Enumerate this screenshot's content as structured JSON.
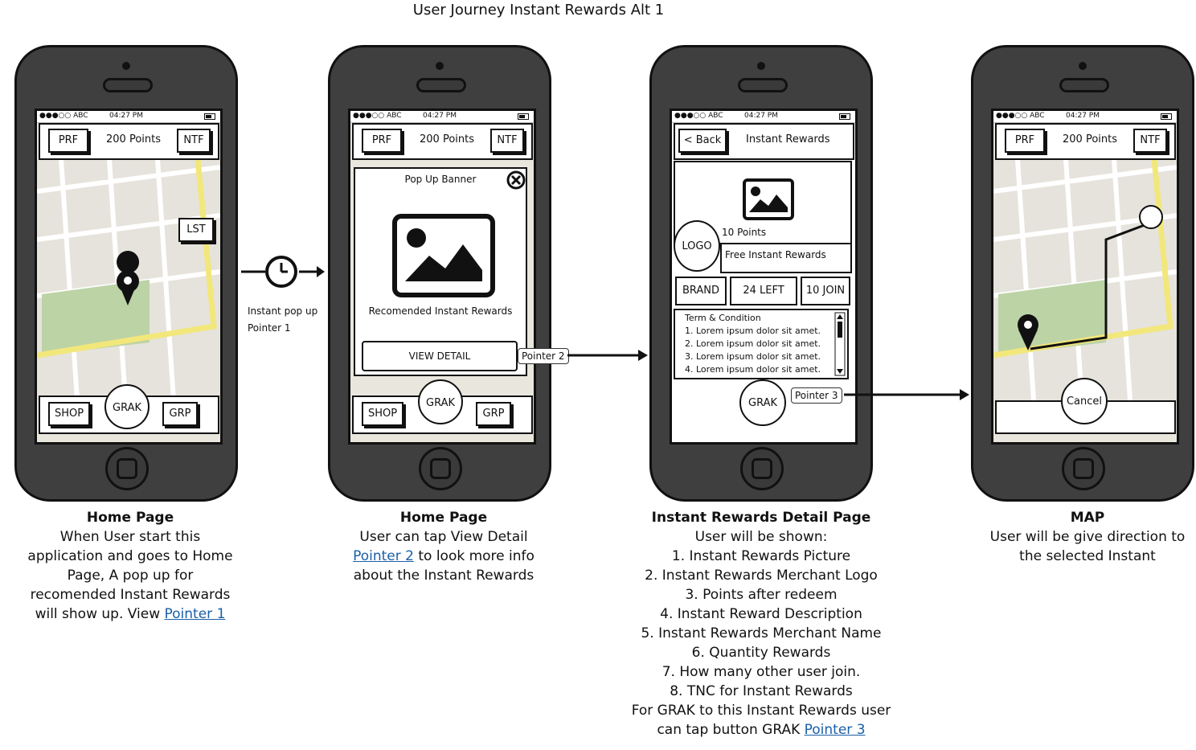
{
  "title": "User Journey Instant Rewards Alt 1",
  "status": {
    "carrier": "●●●○○ ABC",
    "time": "04:27 PM"
  },
  "topbar": {
    "prf": "PRF",
    "points": "200  Points",
    "ntf": "NTF"
  },
  "map_list_button": "LST",
  "bottom_nav": {
    "shop": "SHOP",
    "grak": "GRAK",
    "grp": "GRP"
  },
  "timer_note": {
    "line1": "Instant pop up",
    "line2": "Pointer 1"
  },
  "popup": {
    "title": "Pop Up Banner",
    "caption": "Recomended Instant Rewards",
    "button": "VIEW DETAIL",
    "pointer": "Pointer 2"
  },
  "detail": {
    "back": "< Back",
    "title": "Instant Rewards",
    "points": "10 Points",
    "logo": "LOGO",
    "description": "Free Instant Rewards",
    "brand": "BRAND",
    "left": "24 LEFT",
    "join": "10 JOIN",
    "tnc_title": "Term & Condition",
    "tnc_items": [
      "1. Lorem ipsum dolor sit amet.",
      "2. Lorem ipsum dolor sit amet.",
      "3. Lorem ipsum dolor sit amet.",
      "4. Lorem ipsum dolor sit amet."
    ],
    "grak": "GRAK",
    "pointer": "Pointer 3"
  },
  "map_screen": {
    "cancel": "Cancel"
  },
  "captions": {
    "c1": {
      "heading": "Home Page",
      "lines": [
        "When User start this",
        "application and goes to Home",
        "Page, A pop up for",
        "recomended Instant Rewards"
      ],
      "last_prefix": "will show up. View ",
      "link": "Pointer 1"
    },
    "c2": {
      "heading": "Home Page",
      "line1": "User can tap View Detail",
      "link": "Pointer 2",
      "line2_suffix": " to look more info",
      "line3": "about the Instant Rewards"
    },
    "c3": {
      "heading": "Instant Rewards Detail Page",
      "lines": [
        "User will be shown:",
        "1. Instant Rewards Picture",
        "2. Instant Rewards Merchant Logo",
        "3. Points after redeem",
        "4. Instant Reward Description",
        "5. Instant Rewards Merchant Name",
        "6. Quantity Rewards",
        "7. How many other user join.",
        "8. TNC for Instant Rewards",
        "For GRAK to this Instant Rewards user"
      ],
      "last_prefix": "can tap button GRAK ",
      "link": "Pointer 3"
    },
    "c4": {
      "heading": "MAP",
      "lines": [
        "User will be give direction to",
        "the selected Instant"
      ]
    }
  }
}
